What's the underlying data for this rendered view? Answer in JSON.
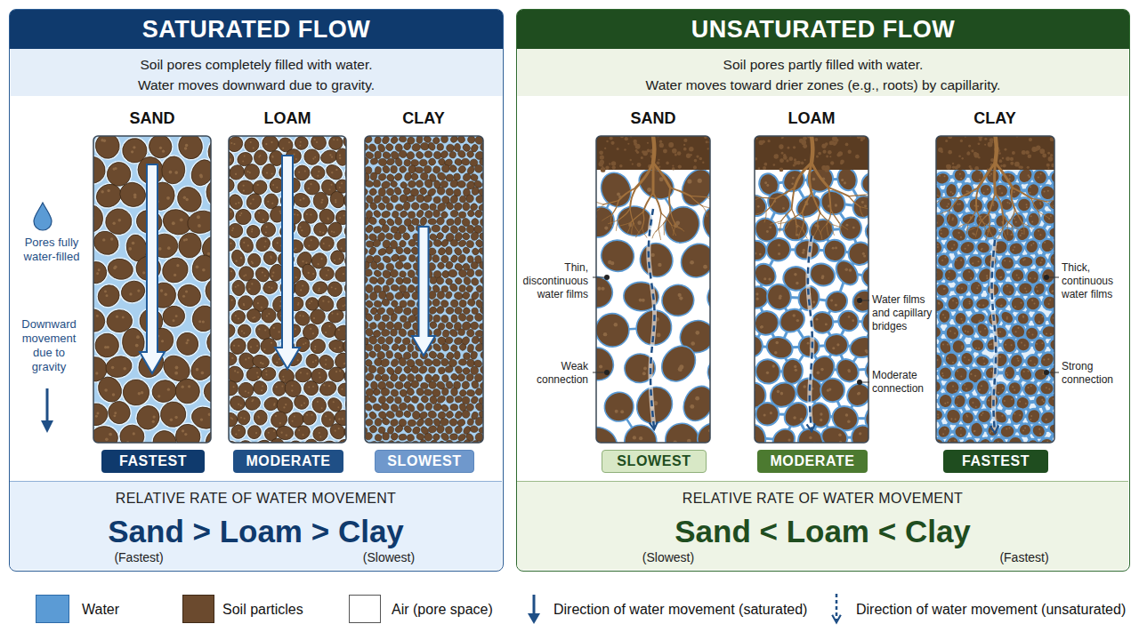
{
  "diagram": {
    "nodes": [
      {
        "text": [
          "SATURATED FLOW",
          "Soil pores completely filled with water.",
          "Water moves downward due to gravity."
        ]
      },
      {
        "text": [
          "FASTEST"
        ],
        "in": 0
      },
      {
        "text": [
          "MODERATE"
        ],
        "in": 0
      },
      {
        "text": [
          "SLOWEST"
        ],
        "in": 0
      },
      {
        "text": [
          "RELATIVE RATE OF WATER MOVEMENT",
          "Sand > Loam > Clay",
          "(Fastest)",
          "(Slowest)"
        ],
        "in": 0
      },
      {
        "text": [
          "UNSATURATED FLOW",
          "Soil pores partly filled with water.",
          "Water moves toward drier zones (e.g., roots) by capillarity."
        ]
      },
      {
        "text": [
          "SLOWEST"
        ],
        "in": 5
      },
      {
        "text": [
          "MODERATE"
        ],
        "in": 5
      },
      {
        "text": [
          "FASTEST"
        ],
        "in": 5
      },
      {
        "text": [
          "RELATIVE RATE OF WATER MOVEMENT",
          "Sand < Loam < Clay",
          "(Slowest)",
          "(Fastest)"
        ],
        "in": 5
      }
    ],
    "labels": [
      "SAND",
      "LOAM",
      "CLAY",
      "Pores fully water-filled",
      "Downward movement due to gravity",
      "SAND",
      "LOAM",
      "CLAY",
      "Thin, discontinuous water films",
      "Weak connection",
      "Water films and capillary bridges",
      "Moderate connection",
      "Thick, continuous water films",
      "Strong connection"
    ],
    "legend": [
      {
        "text": "Water",
        "color": "#5b9bd5"
      },
      {
        "text": "Soil particles",
        "color": "#6b4a2e"
      },
      {
        "text": "Air (pore space)",
        "color": "#ffffff"
      },
      {
        "text": "Direction of water movement (saturated)"
      },
      {
        "text": "Direction of water movement (unsaturated)"
      }
    ]
  }
}
